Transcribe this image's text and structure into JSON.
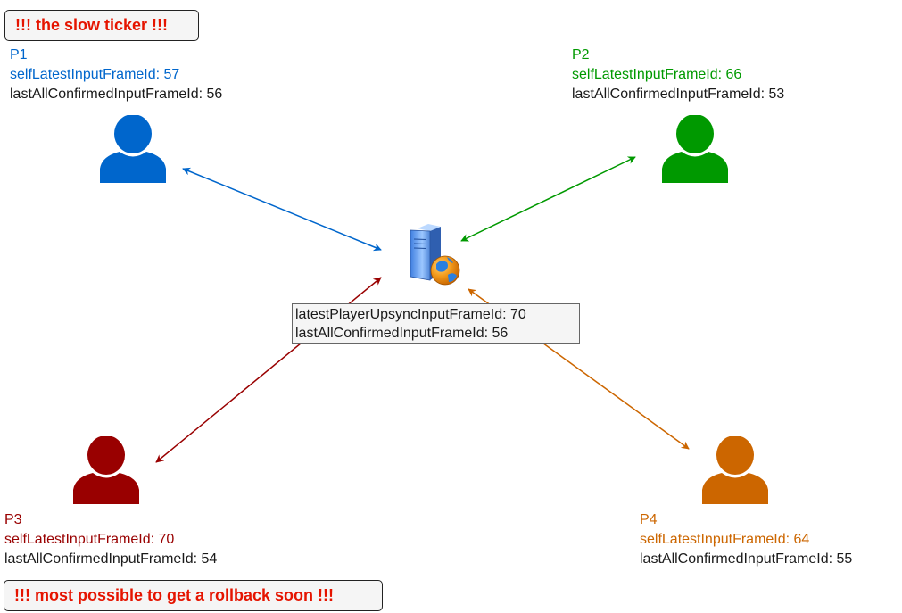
{
  "callouts": {
    "top": "!!! the slow ticker !!!",
    "bottom": "!!! most possible to get a rollback soon !!!"
  },
  "colors": {
    "p1": "#0066cc",
    "p2": "#009900",
    "p3": "#990000",
    "p4": "#cc6600",
    "alert": "#e51400"
  },
  "server": {
    "icon": "server-globe-icon",
    "line1": "latestPlayerUpsyncInputFrameId: 70",
    "line2": "lastAllConfirmedInputFrameId: 56"
  },
  "players": {
    "p1": {
      "name": "P1",
      "self": "selfLatestInputFrameId: 57",
      "confirmed": "lastAllConfirmedInputFrameId: 56"
    },
    "p2": {
      "name": "P2",
      "self": "selfLatestInputFrameId: 66",
      "confirmed": "lastAllConfirmedInputFrameId: 53"
    },
    "p3": {
      "name": "P3",
      "self": "selfLatestInputFrameId: 70",
      "confirmed": "lastAllConfirmedInputFrameId: 54"
    },
    "p4": {
      "name": "P4",
      "self": "selfLatestInputFrameId: 64",
      "confirmed": "lastAllConfirmedInputFrameId: 55"
    }
  }
}
